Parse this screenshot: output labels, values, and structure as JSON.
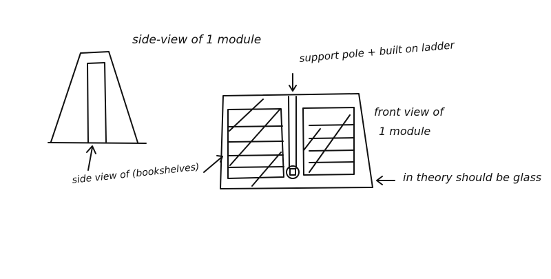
{
  "labels": {
    "side_view_title": "side-view of 1 module",
    "support_pole": "support pole + built on ladder",
    "front_view_line1": "front view of",
    "front_view_line2": "1 module",
    "side_view_bookshelves": "side view of (bookshelves)",
    "glass_note": "in theory should be glass"
  },
  "colors": {
    "ink": "#111111",
    "paper": "#ffffff"
  }
}
